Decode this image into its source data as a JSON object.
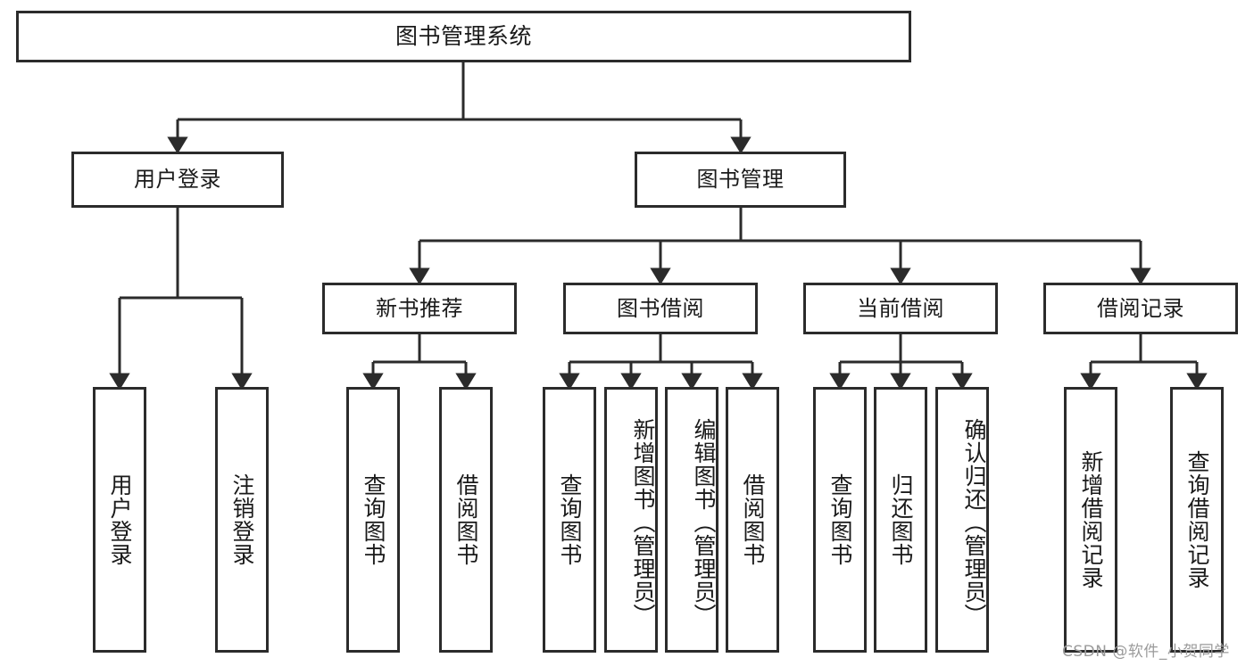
{
  "diagram": {
    "title": "图书管理系统",
    "type": "tree-hierarchy-chart",
    "watermark": "CSDN @软件_小贺同学",
    "root": {
      "label": "图书管理系统"
    },
    "level2": [
      {
        "label": "用户登录"
      },
      {
        "label": "图书管理"
      }
    ],
    "level3": [
      {
        "label": "新书推荐"
      },
      {
        "label": "图书借阅"
      },
      {
        "label": "当前借阅"
      },
      {
        "label": "借阅记录"
      }
    ],
    "leaves": {
      "user_login": [
        {
          "label": "用户登录"
        },
        {
          "label": "注销登录"
        }
      ],
      "new_book_recommend": [
        {
          "label": "查询图书"
        },
        {
          "label": "借阅图书"
        }
      ],
      "book_borrow": [
        {
          "label": "查询图书"
        },
        {
          "label": "新增图书（管理员）"
        },
        {
          "label": "编辑图书（管理员）"
        },
        {
          "label": "借阅图书"
        }
      ],
      "current_borrow": [
        {
          "label": "查询图书"
        },
        {
          "label": "归还图书"
        },
        {
          "label": "确认归还（管理员）"
        }
      ],
      "borrow_record": [
        {
          "label": "新增借阅记录"
        },
        {
          "label": "查询借阅记录"
        }
      ]
    },
    "colors": {
      "stroke": "#2b2b2b",
      "fill": "#ffffff",
      "text": "#1a1a1a",
      "watermark": "#9b9b9b"
    }
  }
}
